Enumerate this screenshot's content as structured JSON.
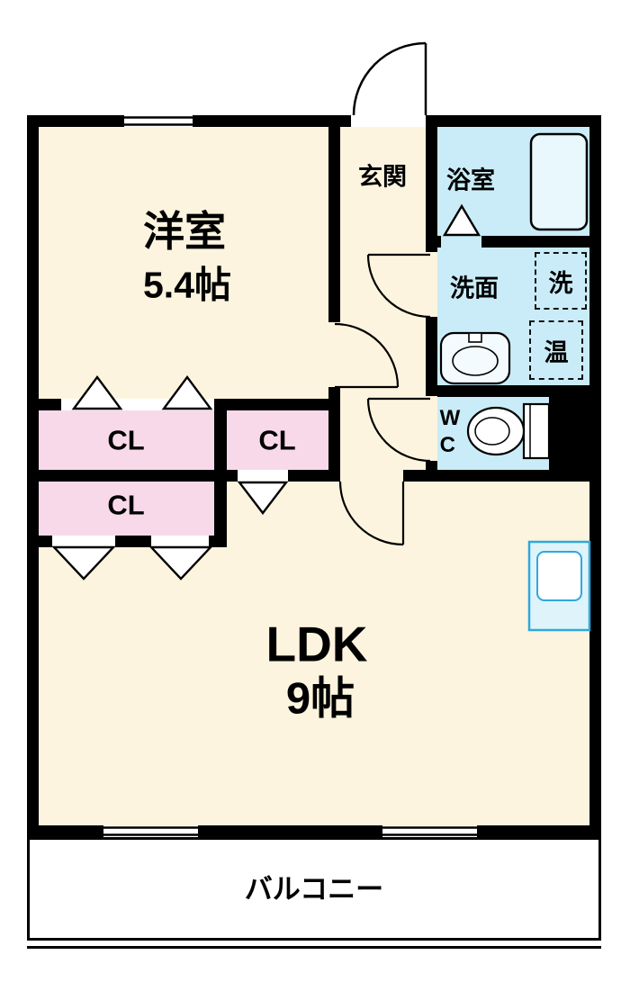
{
  "rooms": {
    "western_room": {
      "name": "洋室",
      "size": "5.4帖"
    },
    "ldk": {
      "name": "LDK",
      "size": "9帖"
    },
    "genkan": {
      "name": "玄関"
    },
    "bathroom": {
      "name": "浴室"
    },
    "washroom": {
      "name": "洗面"
    },
    "wc": {
      "line1": "W",
      "line2": "C"
    },
    "closet_a": {
      "name": "CL"
    },
    "closet_b": {
      "name": "CL"
    },
    "closet_c": {
      "name": "CL"
    },
    "balcony": {
      "name": "バルコニー"
    }
  },
  "fixtures": {
    "washing_machine": {
      "label": "洗"
    },
    "water_heater": {
      "label": "温"
    }
  },
  "colors": {
    "room_floor": "#FCF4DE",
    "closet": "#F8D9EA",
    "wet_area": "#C9ECF8",
    "wall": "#000000",
    "kitchen_outline": "#2FA8DC"
  }
}
